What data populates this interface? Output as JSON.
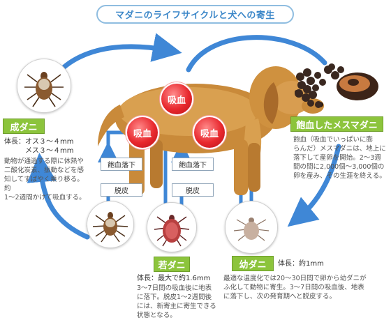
{
  "title": "マダニのライフサイクルと犬への寄生",
  "blood_label": "吸血",
  "feed_drop_label": "飽血落下",
  "molt_label": "脱皮",
  "stages": {
    "adult": {
      "label": "成ダニ",
      "spec_line1": "体長：オス３～４mm",
      "spec_line2": "メス３～４mm",
      "desc": [
        "動物が通過する際に体熱や",
        "二酸化炭素、振動などを感",
        "知してすばやく乗り移る。約",
        "1～2週間かけて吸血する。"
      ]
    },
    "engorged": {
      "label": "飽血したメスマダニ",
      "desc": [
        "飽血（吸血でいっぱいに膨",
        "らんだ）メスマダニは、地上に",
        "落下して産卵を開始。2～3週",
        "間の間に2,000個～3,000個の",
        "卵を産み、その生涯を終える。"
      ]
    },
    "nymph": {
      "label": "若ダニ",
      "spec": "体長：最大で約1.6mm",
      "desc": [
        "3～7日間の吸血後に地表",
        "に落下。脱皮1～2週間後",
        "には、新寄主に寄生できる",
        "状態となる。"
      ]
    },
    "larva": {
      "label": "幼ダニ",
      "spec": "体長：約1mm",
      "desc": [
        "最適な温度化では20～30日間で卵から幼ダニが",
        "ふ化して動物に寄生。3～7日間の吸血後、地表",
        "に落下し、次の発育期へと脱皮する。"
      ]
    }
  },
  "colors": {
    "arrow_blue": "#3f87d6",
    "label_green": "#8cc43c",
    "blood_red": "#e8282e",
    "title_blue": "#3a86c8"
  }
}
